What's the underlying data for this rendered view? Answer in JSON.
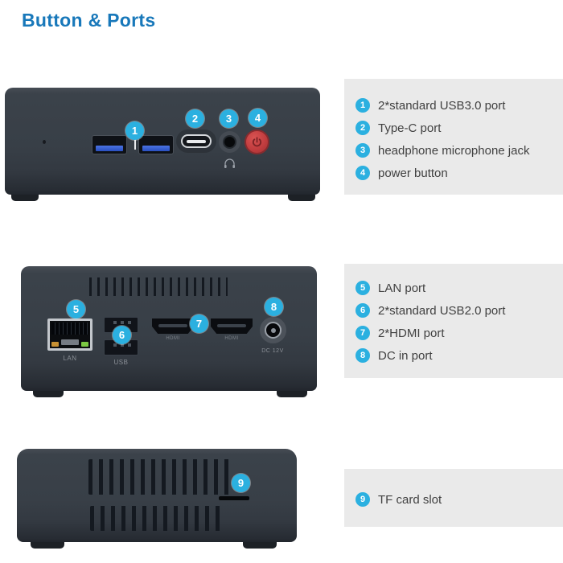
{
  "page": {
    "title": "Button & Ports"
  },
  "colors": {
    "title_blue": "#1878ba",
    "callout_cyan": "#2bb0e0",
    "panel_gray": "#eaeaea",
    "device_charcoal": "#383f47",
    "usb3_blue": "#2a50c0",
    "power_red": "#c23d3f",
    "led_orange": "#c79033",
    "led_green": "#7cc943"
  },
  "icons": {
    "power": "power-icon",
    "headphone": "headphone-icon"
  },
  "front_view": {
    "callouts": {
      "usb3": "1",
      "typec": "2",
      "jack": "3",
      "power": "4"
    }
  },
  "rear_view": {
    "callouts": {
      "lan": "5",
      "usb2": "6",
      "hdmi": "7",
      "dc": "8"
    },
    "labels": {
      "lan": "LAN",
      "usb": "USB",
      "hdmi_left": "HDMI",
      "hdmi_right": "HDMI",
      "dc": "DC 12V"
    }
  },
  "bottom_view": {
    "callouts": {
      "tf": "9"
    }
  },
  "legends": {
    "front": [
      {
        "num": "1",
        "label": "2*standard USB3.0 port"
      },
      {
        "num": "2",
        "label": "Type-C port"
      },
      {
        "num": "3",
        "label": "headphone microphone jack"
      },
      {
        "num": "4",
        "label": "power button"
      }
    ],
    "rear": [
      {
        "num": "5",
        "label": "LAN port"
      },
      {
        "num": "6",
        "label": "2*standard USB2.0 port"
      },
      {
        "num": "7",
        "label": "2*HDMI port"
      },
      {
        "num": "8",
        "label": "DC in port"
      }
    ],
    "bottom": [
      {
        "num": "9",
        "label": "TF card slot"
      }
    ]
  }
}
